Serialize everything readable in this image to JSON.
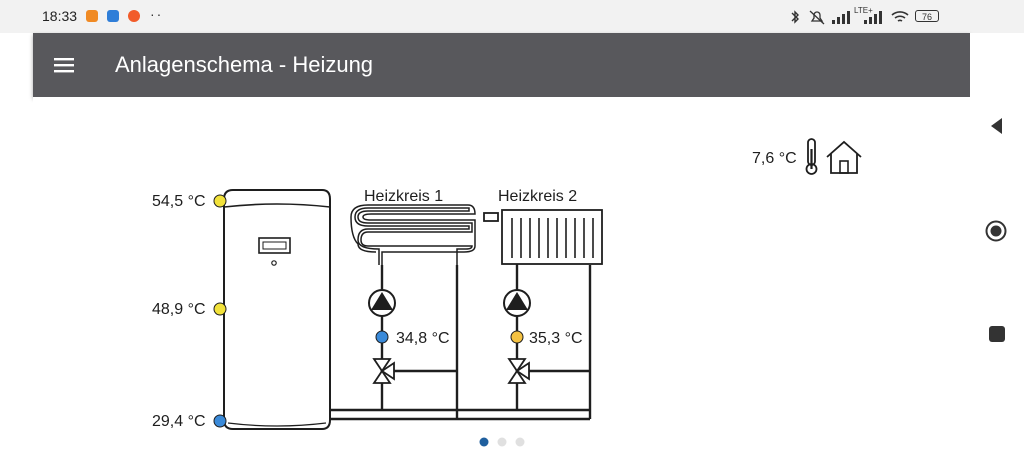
{
  "status_bar": {
    "time": "18:33",
    "battery": "76",
    "network": "LTE+"
  },
  "app_bar": {
    "title": "Anlagenschema - Heizung",
    "menu_icon": "hamburger-menu-icon"
  },
  "outdoor": {
    "temperature": "7,6 °C",
    "thermometer_icon": "thermometer-icon",
    "house_icon": "house-icon"
  },
  "storage_tank": {
    "top_temp": "54,5 °C",
    "middle_temp": "48,9 °C",
    "bottom_temp": "29,4 °C",
    "sensor_colors": {
      "top": "#f2e23a",
      "middle": "#f2e23a",
      "bottom": "#3a8ad9"
    }
  },
  "circuits": [
    {
      "label": "Heizkreis 1",
      "flow_temp": "34,8 °C",
      "sensor_color": "#3a8ad9",
      "emitter": "floor-heating"
    },
    {
      "label": "Heizkreis 2",
      "flow_temp": "35,3 °C",
      "sensor_color": "#f5c242",
      "emitter": "radiator"
    }
  ],
  "pager": {
    "pages": 3,
    "active": 1,
    "active_color": "#1f5f9e",
    "inactive_color": "#e0e0e0"
  },
  "nav_bar": {
    "back_icon": "back-triangle-icon",
    "home_icon": "home-circle-icon",
    "recents_icon": "recents-square-icon"
  }
}
